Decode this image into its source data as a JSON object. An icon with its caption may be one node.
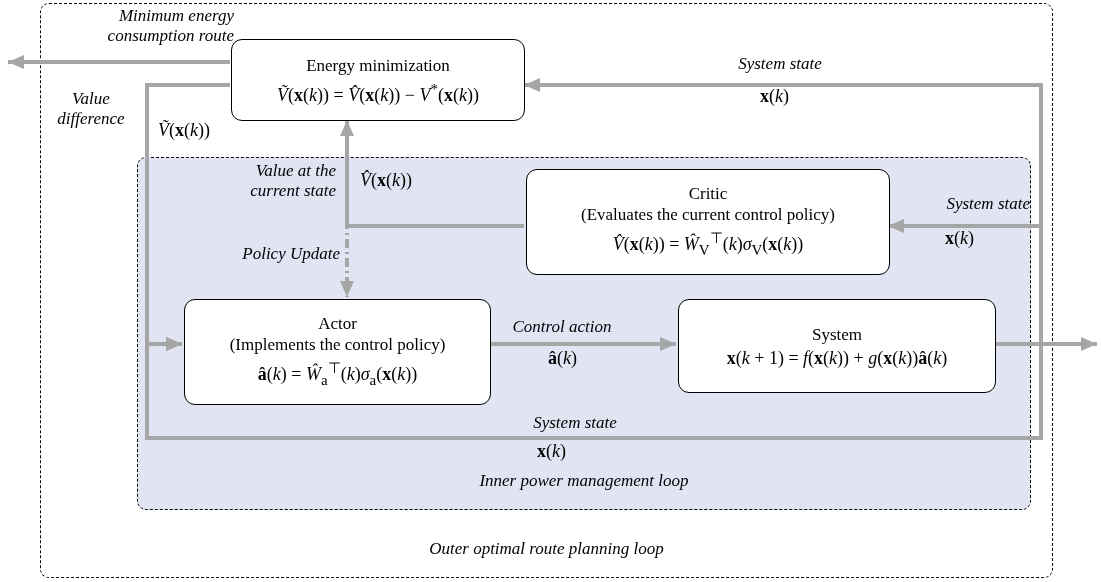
{
  "diagram": {
    "nodes": [
      {
        "text": [
          "Outer optimal route planning loop"
        ]
      },
      {
        "text": [
          "Inner power management loop"
        ],
        "in": 0
      },
      {
        "text": [
          "Energy minimization",
          "*Ṽ*(**x**(*k*)) = *V̂*(**x**(*k*)) − *V*$^{*}$(**x**(*k*))"
        ],
        "in": 0
      },
      {
        "text": [
          "Critic",
          "(Evaluates the current control policy)",
          "*V̂*(**x**(*k*)) = *Ŵ*$_{V}$$^{⊤}$(*k*)*σ*$_{V}$(**x**(*k*))"
        ],
        "in": 1
      },
      {
        "text": [
          "Actor",
          "(Implements the control policy)",
          "**â**(*k*) = *Ŵ*$_{a}$$^{⊤}$(*k*)*σ*$_{a}$(**x**(*k*))"
        ],
        "in": 1
      },
      {
        "text": [
          "System",
          "**x**(*k* + 1) = *f*(**x**(*k*)) + *g*(**x**(*k*))**â**(*k*)"
        ],
        "in": 1
      }
    ],
    "edges": [
      {
        "from": 2,
        "to": null,
        "arrow": "to",
        "label": "Minimum energy consumption route"
      },
      {
        "from": 5,
        "to": 2,
        "arrow": "to",
        "label": "System state"
      },
      {
        "from": 5,
        "to": 3,
        "arrow": "to",
        "label": "System state"
      },
      {
        "from": 3,
        "to": 2,
        "arrow": "to",
        "label": "Value at the current state"
      },
      {
        "from": 2,
        "to": 4,
        "arrow": "to",
        "label": "Value difference"
      },
      {
        "from": 3,
        "to": 4,
        "arrow": "to",
        "label": "Policy Update",
        "style": "dashed"
      },
      {
        "from": 4,
        "to": 5,
        "arrow": "to",
        "label": "Control action"
      },
      {
        "from": 5,
        "to": 4,
        "arrow": "to",
        "label": "System state"
      },
      {
        "from": 5,
        "to": null,
        "arrow": "to"
      }
    ],
    "labels": [
      "*Ṽ*(**x**(*k*))",
      "**x**(*k*)",
      "*V̂*(**x**(*k*))",
      "**x**(*k*)",
      "**â**(*k*)",
      "**x**(*k*)"
    ]
  }
}
